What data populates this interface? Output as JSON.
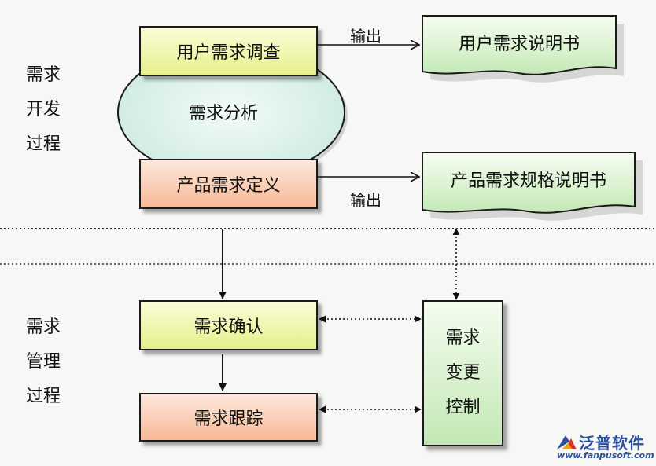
{
  "stage_dev": [
    "需求",
    "开发",
    "过程"
  ],
  "stage_mgmt": [
    "需求",
    "管理",
    "过程"
  ],
  "analysis_label": "需求分析",
  "nodes": {
    "user_research": "用户需求调查",
    "product_definition": "产品需求定义",
    "confirm": "需求确认",
    "tracking": "需求跟踪",
    "change_control": [
      "需求",
      "变更",
      "控制"
    ]
  },
  "documents": {
    "user_spec": "用户需求说明书",
    "product_spec": "产品需求规格说明书"
  },
  "edge_labels": {
    "output_top": "输出",
    "output_bottom": "输出"
  },
  "logo": {
    "name": "泛普软件",
    "url": "www.fanpusoft.com",
    "brand_color": "#2b4f9c"
  },
  "colors": {
    "yellow": "#e6ef8a",
    "orange": "#f7b896",
    "green": "#c3e8b4",
    "ellipse": "#d9f2ea"
  }
}
